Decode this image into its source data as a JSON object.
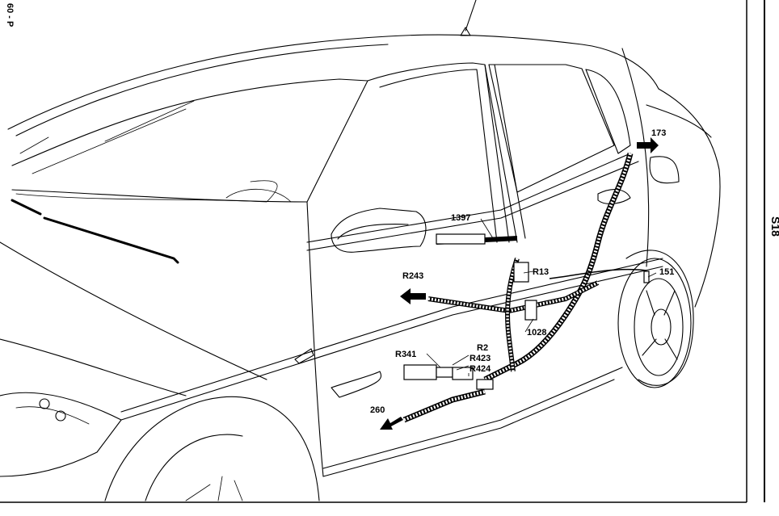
{
  "page": {
    "left_code": "60 - P",
    "right_code": "S18"
  },
  "diagram": {
    "labels": {
      "l1397": "1397",
      "l173": "173",
      "lR13": "R13",
      "lR243": "R243",
      "l151": "151",
      "l1028": "1028",
      "lR2": "R2",
      "lR341": "R341",
      "lR423": "R423",
      "lR424": "R424",
      "l260": "260"
    }
  }
}
